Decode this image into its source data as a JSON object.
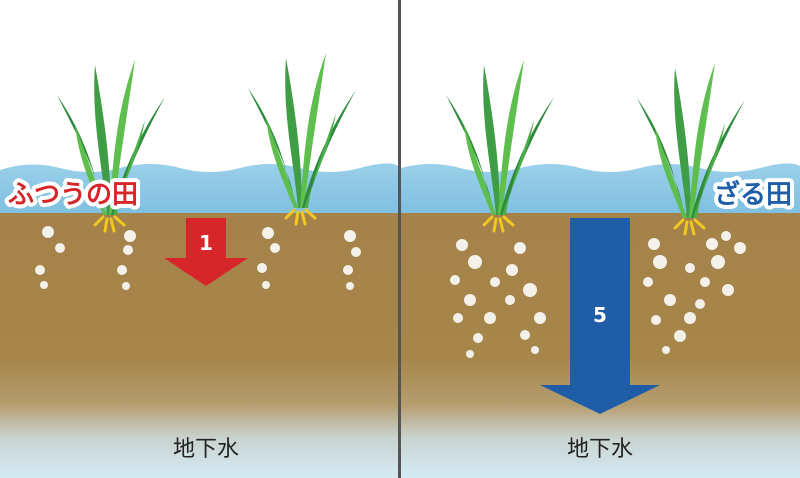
{
  "panels": [
    {
      "key": "normal",
      "title": "ふつうの田",
      "title_color": "#d7262a",
      "arrow_value": "1",
      "arrow_color": "#d7262a",
      "groundwater_label": "地下水"
    },
    {
      "key": "zaru",
      "title": "ざる田",
      "title_color": "#1f5ea6",
      "arrow_value": "5",
      "arrow_color": "#1f5ea6",
      "groundwater_label": "地下水"
    }
  ],
  "colors": {
    "sky": "#ffffff",
    "water": "#8ec8e6",
    "soil": "#a7864a",
    "groundwater": "#cfe6f3",
    "divider": "#555555",
    "plant_dark": "#2e8a3c",
    "plant_light": "#5fbf4e",
    "root": "#f2c81e"
  }
}
